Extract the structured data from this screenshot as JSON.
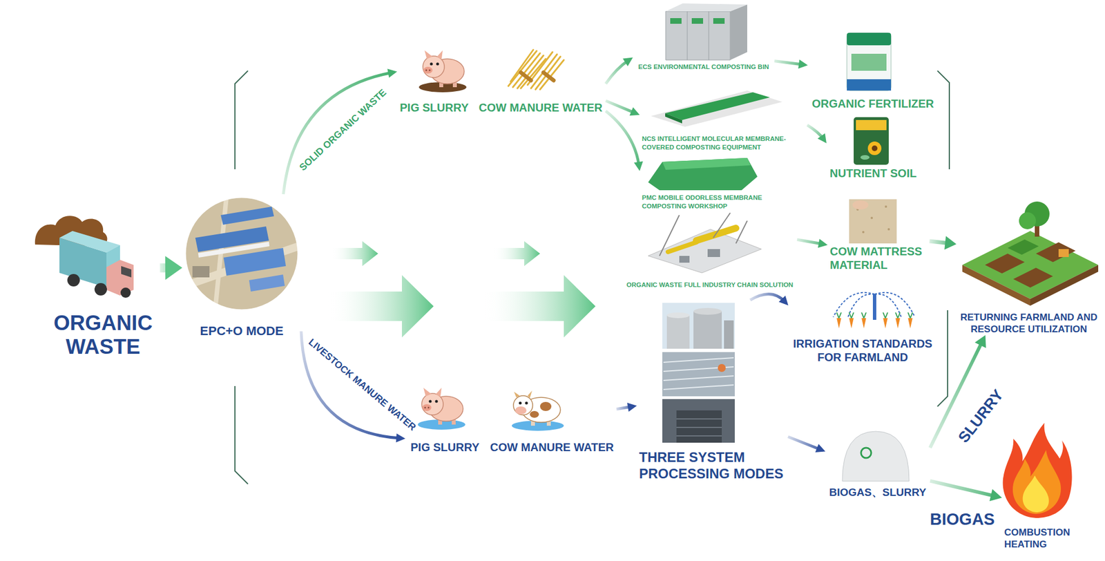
{
  "diagram": {
    "nodes": [
      {
        "text": [
          "ORGANIC WASTE"
        ]
      },
      {
        "text": [
          "EPC+O MODE"
        ]
      },
      {
        "text": [
          "PIG SLURRY"
        ]
      },
      {
        "text": [
          "COW MANURE WATER"
        ]
      },
      {
        "text": [
          "ECS ENVIRONMENTAL COMPOSTING BIN"
        ]
      },
      {
        "text": [
          "NCS INTELLIGENT MOLECULAR MEMBRANE-COVERED COMPOSTING EQUIPMENT"
        ]
      },
      {
        "text": [
          "PMC MOBILE ODORLESS MEMBRANE COMPOSTING WORKSHOP"
        ]
      },
      {
        "text": [
          "ORGANIC WASTE FULL INDUSTRY CHAIN SOLUTION"
        ]
      },
      {
        "text": [
          "ORGANIC FERTILIZER"
        ]
      },
      {
        "text": [
          "NUTRIENT SOIL"
        ]
      },
      {
        "text": [
          "COW MATTRESS MATERIAL"
        ]
      },
      {
        "text": [
          "IRRIGATION STANDARDS FOR FARMLAND"
        ]
      },
      {
        "text": [
          "RETURNING FARMLAND AND RESOURCE UTILIZATION"
        ]
      },
      {
        "text": [
          "PIG SLURRY"
        ]
      },
      {
        "text": [
          "COW MANURE WATER"
        ]
      },
      {
        "text": [
          "THREE SYSTEM PROCESSING MODES"
        ]
      },
      {
        "text": [
          "BIOGAS、SLURRY"
        ]
      },
      {
        "text": [
          "COMBUSTION HEATING"
        ]
      }
    ],
    "edges": [
      {
        "from": 0,
        "to": 1,
        "arrow": "to"
      },
      {
        "from": 1,
        "to": 2,
        "label": "SOLID ORGANIC WASTE",
        "arrow": "to"
      },
      {
        "from": 3,
        "to": 4,
        "arrow": "to"
      },
      {
        "from": 3,
        "to": 5,
        "arrow": "to"
      },
      {
        "from": 3,
        "to": 6,
        "arrow": "to"
      },
      {
        "from": 4,
        "to": 8,
        "arrow": "to"
      },
      {
        "from": 5,
        "to": 9,
        "arrow": "to"
      },
      {
        "from": 7,
        "to": 10,
        "arrow": "to"
      },
      {
        "from": 10,
        "to": 12,
        "arrow": "to"
      },
      {
        "from": 1,
        "to": 13,
        "label": "LIVESTOCK MANURE WATER",
        "arrow": "to"
      },
      {
        "from": 14,
        "to": 15,
        "arrow": "to"
      },
      {
        "from": 15,
        "to": 11,
        "arrow": "to"
      },
      {
        "from": 15,
        "to": 16,
        "arrow": "to"
      },
      {
        "from": 16,
        "to": 12,
        "label": "SLURRY",
        "arrow": "to"
      },
      {
        "from": 16,
        "to": 17,
        "label": "BIOGAS",
        "arrow": "to"
      }
    ]
  }
}
